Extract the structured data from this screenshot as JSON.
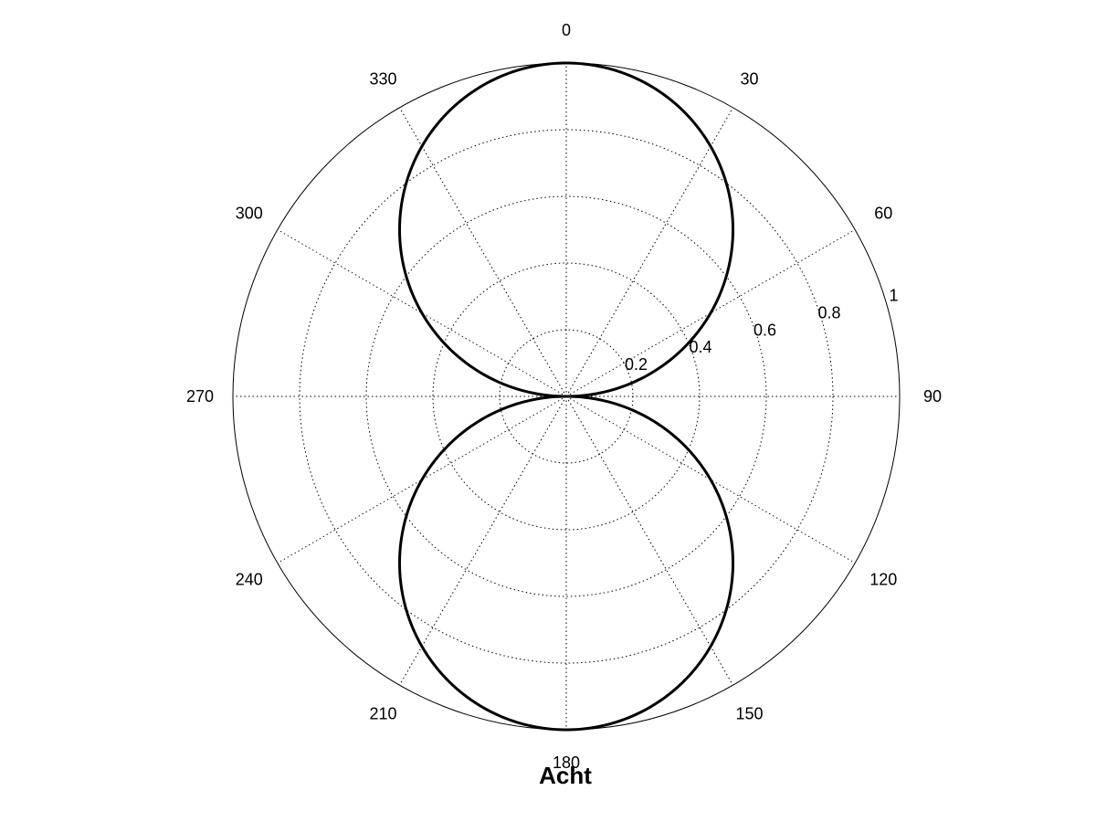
{
  "chart_data": {
    "type": "line",
    "subtype": "polar",
    "title": "Acht",
    "angle_ticks": [
      "0",
      "30",
      "60",
      "90",
      "120",
      "150",
      "180",
      "210",
      "240",
      "270",
      "300",
      "330"
    ],
    "radial_ticks": [
      "0.2",
      "0.4",
      "0.6",
      "0.8",
      "1"
    ],
    "rmax": 1,
    "theta_zero": "top",
    "theta_direction": "clockwise",
    "grid": true,
    "series": [
      {
        "color": "#000000",
        "theta_deg": [
          0,
          10,
          20,
          30,
          40,
          50,
          60,
          70,
          80,
          90,
          100,
          110,
          120,
          130,
          140,
          150,
          160,
          170,
          180,
          190,
          200,
          210,
          220,
          230,
          240,
          250,
          260,
          270,
          280,
          290,
          300,
          310,
          320,
          330,
          340,
          350,
          360
        ],
        "r": [
          1.0,
          0.985,
          0.94,
          0.866,
          0.766,
          0.643,
          0.5,
          0.342,
          0.174,
          0.0,
          0.174,
          0.342,
          0.5,
          0.643,
          0.766,
          0.866,
          0.94,
          0.985,
          1.0,
          0.985,
          0.94,
          0.866,
          0.766,
          0.643,
          0.5,
          0.342,
          0.174,
          0.0,
          0.174,
          0.342,
          0.5,
          0.643,
          0.766,
          0.866,
          0.94,
          0.985,
          1.0
        ]
      }
    ]
  }
}
